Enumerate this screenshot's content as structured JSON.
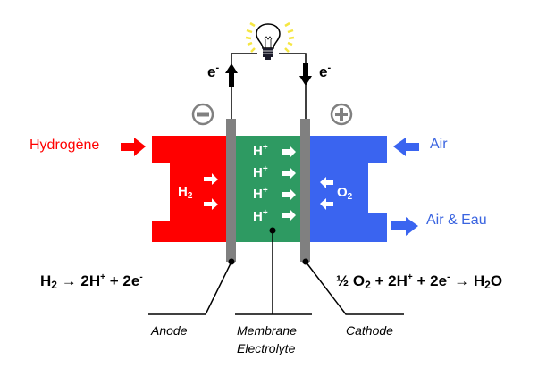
{
  "title": "Pile à combustible (PEMFC)",
  "colors": {
    "anode_block": "#ff0000",
    "membrane": "#2e9a62",
    "cathode_block": "#3a64f0",
    "electrode": "#808080",
    "bulb_glow": "#f5e642",
    "hydrogen_label": "#ff0000",
    "air_label": "#3a64e0"
  },
  "circuit": {
    "electron_left": {
      "base": "e",
      "sup": "-"
    },
    "electron_right": {
      "base": "e",
      "sup": "-"
    },
    "bulb_icon": "lightbulb-icon",
    "negative_terminal_icon": "minus-circle-icon",
    "positive_terminal_icon": "plus-circle-icon"
  },
  "inputs": {
    "hydrogen": "Hydrogène",
    "air_in": "Air",
    "air_water_out": "Air & Eau"
  },
  "species": {
    "anode_gas": {
      "base": "H",
      "sub": "2"
    },
    "cathode_gas": {
      "base": "O",
      "sub": "2"
    },
    "proton": {
      "base": "H",
      "sup": "+"
    },
    "proton_count": 4
  },
  "equations": {
    "anode": {
      "h": "H",
      "sub": "2",
      "arrow": "→",
      "rhs1": " 2H",
      "sup1": "+",
      "rhs2": " + 2e",
      "sup2": "-"
    },
    "cathode": {
      "half": "½ O",
      "sub1": "2",
      "mid1": " + 2H",
      "sup1": "+",
      "mid2": " + 2e",
      "sup2": "-",
      "arrow": " → ",
      "h": "H",
      "sub2": "2",
      "o": "O"
    }
  },
  "captions": {
    "anode": "Anode",
    "membrane_line1": "Membrane",
    "membrane_line2": "Electrolyte",
    "cathode": "Cathode"
  }
}
